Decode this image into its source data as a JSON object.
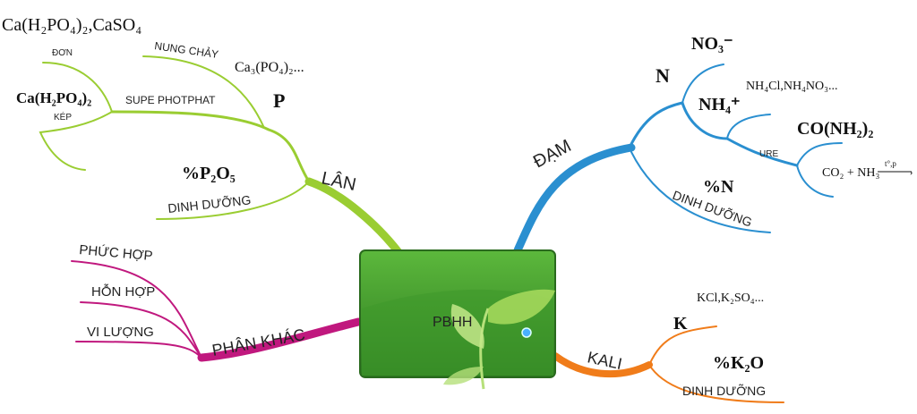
{
  "center": {
    "label": "PBHH"
  },
  "branches": {
    "lan": {
      "label": "LÂN",
      "element": "P",
      "formula_don": "Ca(H₂PO₄)₂,CaSO₄",
      "don": "ĐƠN",
      "formula_kep": "Ca(H₂PO₄)₂",
      "kep": "KÉP",
      "supe": "SUPE PHOTPHAT",
      "nung": "NUNG CHẢY",
      "formula_nung": "Ca₃(PO₄)₂...",
      "nutrient": "%P₂O₅",
      "dinh_duong": "DINH DƯỠNG"
    },
    "dam": {
      "label": "ĐẠM",
      "element": "N",
      "no3": "NO₃⁻",
      "nh4": "NH₄⁺",
      "nh4_examples": "NH₄Cl,NH₄NO₃...",
      "ure": "URE",
      "ure_formula": "CO(NH₂)₂",
      "ure_reaction": "CO₂ + NH₃",
      "reaction_cond": "t°,p",
      "nutrient": "%N",
      "dinh_duong": "DINH DƯỠNG"
    },
    "kali": {
      "label": "KALI",
      "element": "K",
      "examples": "KCl,K₂SO₄...",
      "nutrient": "%K₂O",
      "dinh_duong": "DINH DƯỠNG"
    },
    "khac": {
      "label": "PHÂN KHÁC",
      "items": [
        "PHỨC HỢP",
        "HỖN HỢP",
        "VI LƯỢNG"
      ]
    }
  },
  "colors": {
    "lan": "#9acd32",
    "dam": "#2a8fd0",
    "kali": "#f07c1a",
    "khac": "#c0187e",
    "center": "#3e9a2e"
  }
}
